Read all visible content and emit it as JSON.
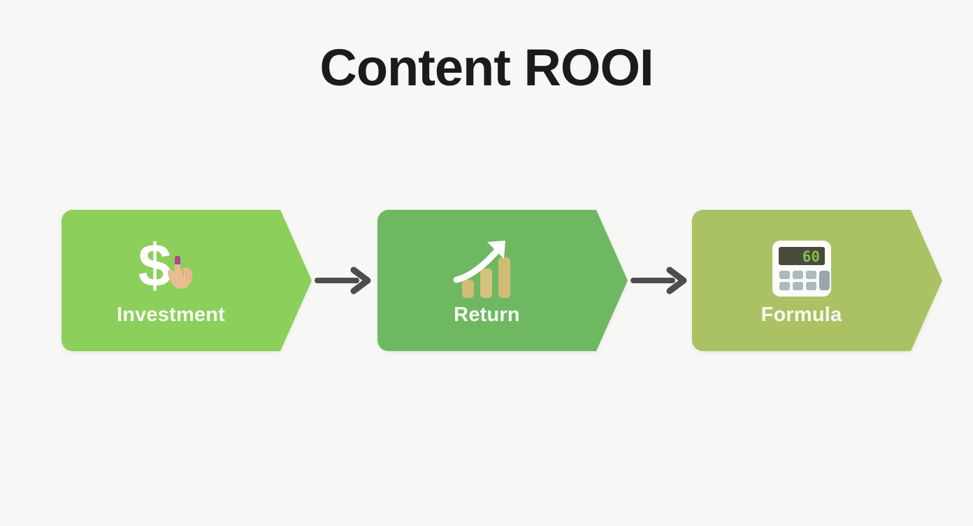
{
  "page": {
    "title": "Content ROOI",
    "background_color": "#f7f7f5",
    "title_color": "#1b1b1b"
  },
  "flow": {
    "label_color": "#f6f9f1",
    "arrow_color": "#4d4d4d",
    "stages": [
      {
        "label": "Investment",
        "icon": "dollar-sign-hand-icon",
        "color": "#8ccf5a",
        "icon_colors": {
          "glyph": "#ffffff",
          "hand_skin": "#e8bd92",
          "hand_nail": "#b0468a"
        },
        "arrow_after": true
      },
      {
        "label": "Return",
        "icon": "chart-increasing-icon",
        "color": "#6fb862",
        "icon_colors": {
          "arrow": "#ffffff",
          "bars": "#cfbd76"
        },
        "arrow_after": true
      },
      {
        "label": "Formula",
        "icon": "calculator-icon",
        "color": "#aac263",
        "icon_colors": {
          "body": "#fbfbfa",
          "screen": "#4a4a3c",
          "digits": "#7fc04a",
          "keys": "#aeb8bf"
        },
        "display_value": "60",
        "arrow_after": false
      }
    ],
    "arrows": [
      {
        "name": "arrow-investment-to-return"
      },
      {
        "name": "arrow-return-to-formula"
      }
    ]
  }
}
